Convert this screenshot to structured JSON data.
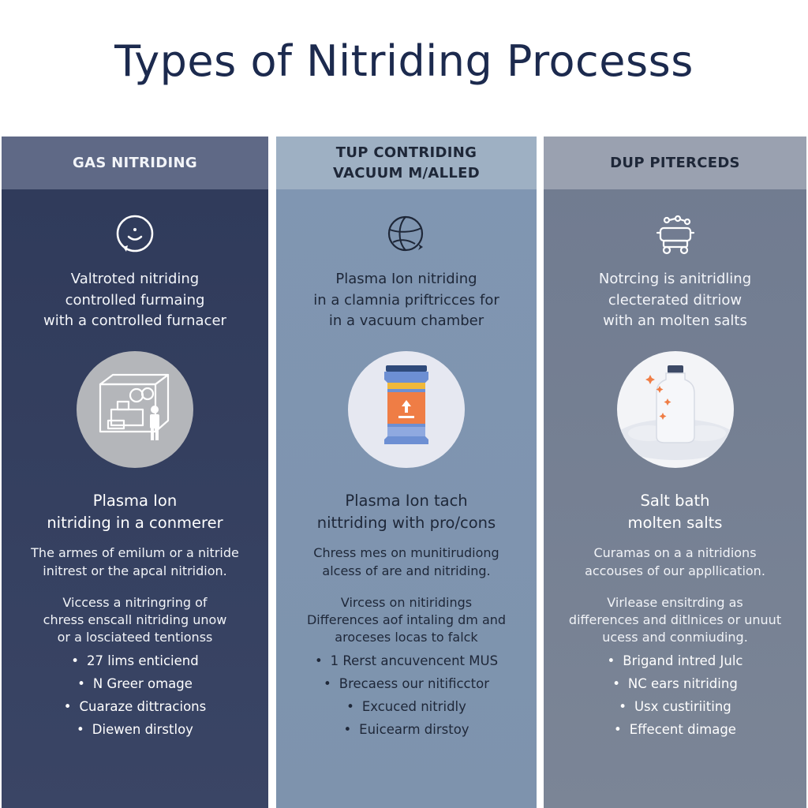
{
  "title": "Types of Nitriding Processs",
  "columns": [
    {
      "header": [
        "GAS NITRIDING"
      ],
      "icon": "smiley-face-icon",
      "intro": [
        "Valtroted nitriding",
        "controlled furmaing",
        "with a controlled furnacer"
      ],
      "illustration": "furnace-worker-illustration",
      "subtitle": [
        "Plasma Ion",
        "nitriding in a conmerer"
      ],
      "description": [
        "The armes of emilum or a nitride",
        "initrest or the apcal nitridion."
      ],
      "details": [
        "Viccess a nitringring of",
        "chress enscall nitriding unow",
        "or a losciateed tentionss"
      ],
      "bullets": [
        "27 lims enticiend",
        "N Greer omage",
        "Cuaraze dittracions",
        "Diewen dirstloy"
      ]
    },
    {
      "header": [
        "TUP CONTRIDING",
        "VACUUM M/ALLED"
      ],
      "icon": "globe-icon",
      "intro": [
        "Plasma Ion nitriding",
        "in a clamnia priftricces for",
        "in a vacuum chamber"
      ],
      "illustration": "canister-illustration",
      "subtitle": [
        "Plasma Ion tach",
        "nittriding with pro/cons"
      ],
      "description": [
        "Chress mes on munitirudiong",
        "alcess of are and nitriding."
      ],
      "details": [
        "Vircess on nitiridings",
        "Differences aof intaling dm and",
        "aroceses locas to falck"
      ],
      "bullets": [
        "1 Rerst ancuvencent MUS",
        "Brecaess our nitificctor",
        "Excuced nitridly",
        "Euicearm dirstoy"
      ]
    },
    {
      "header": [
        "DUP PITERCEDS"
      ],
      "icon": "vehicle-icon",
      "intro": [
        "Notrcing is anitridling",
        "clecterated ditriow",
        "with an molten salts"
      ],
      "illustration": "salt-bottle-illustration",
      "subtitle": [
        "Salt bath",
        "molten salts"
      ],
      "description": [
        "Curamas on a a nitridions",
        "accouses of our appllication."
      ],
      "details": [
        "Virlease ensitrding as",
        "differences and ditlnices or unuut",
        "ucess and conmiuding."
      ],
      "bullets": [
        "Brigand intred Julc",
        "NC ears nitriding",
        "Usx custiriiting",
        "Effecent dimage"
      ]
    }
  ]
}
